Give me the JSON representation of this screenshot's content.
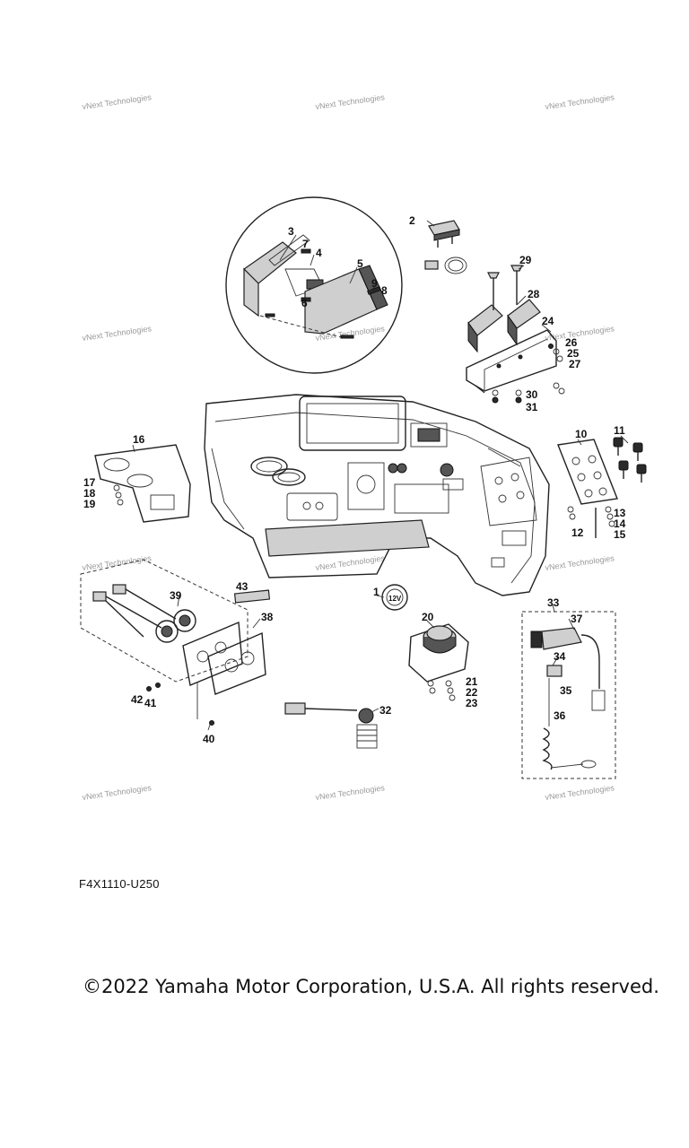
{
  "watermark": "vNext Technologies",
  "diagram_code": "F4X1110-U250",
  "copyright": "©2022 Yamaha Motor Corporation, U.S.A. All rights reserved.",
  "socket_marking": "12V",
  "callouts": [
    "1",
    "2",
    "3",
    "4",
    "5",
    "6",
    "7",
    "8",
    "9",
    "10",
    "11",
    "12",
    "13",
    "14",
    "15",
    "16",
    "17",
    "18",
    "19",
    "20",
    "21",
    "22",
    "23",
    "24",
    "25",
    "26",
    "27",
    "28",
    "29",
    "30",
    "31",
    "32",
    "33",
    "34",
    "35",
    "36",
    "37",
    "38",
    "39",
    "40",
    "41",
    "42",
    "43"
  ]
}
